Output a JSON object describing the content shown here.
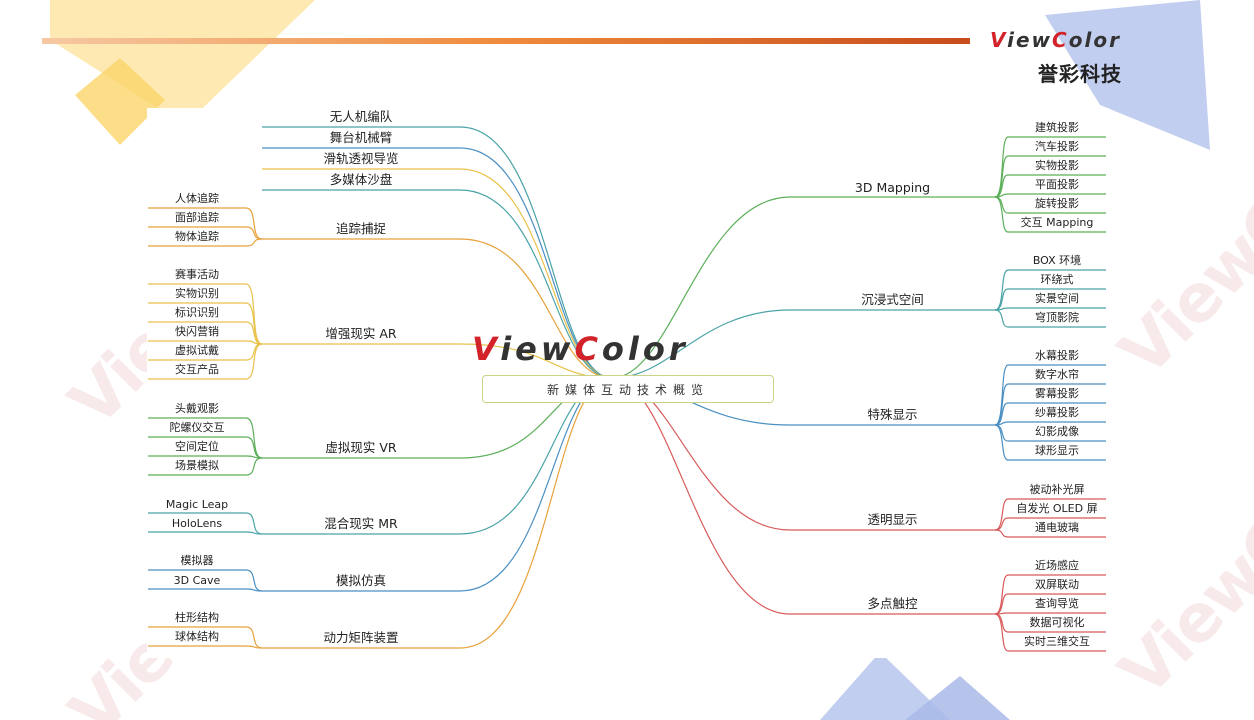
{
  "logo": {
    "first": "V",
    "middle": "iew",
    "accent": "C",
    "last": "olor"
  },
  "brand": {
    "name_cn": "誉彩科技"
  },
  "center": {
    "title": "新媒体互动技术概览"
  },
  "colors": {
    "teal": "#4aa3a7",
    "blue": "#4a8fc2",
    "yellow": "#e8c24a",
    "orange": "#e8a13a",
    "green": "#5caf5a",
    "red": "#d85a5a",
    "accent": "#d2232a"
  },
  "left_branches": [
    {
      "label": "无人机编队",
      "color": "teal",
      "leaves": []
    },
    {
      "label": "舞台机械臂",
      "color": "blue",
      "leaves": []
    },
    {
      "label": "滑轨透视导览",
      "color": "yellow",
      "leaves": []
    },
    {
      "label": "多媒体沙盘",
      "color": "teal",
      "leaves": []
    },
    {
      "label": "追踪捕捉",
      "color": "orange",
      "leaves": [
        "人体追踪",
        "面部追踪",
        "物体追踪"
      ]
    },
    {
      "label": "增强现实 AR",
      "color": "yellow",
      "leaves": [
        "赛事活动",
        "实物识别",
        "标识识别",
        "快闪营销",
        "虚拟试戴",
        "交互产品"
      ]
    },
    {
      "label": "虚拟现实 VR",
      "color": "green",
      "leaves": [
        "头戴观影",
        "陀螺仪交互",
        "空间定位",
        "场景模拟"
      ]
    },
    {
      "label": "混合现实 MR",
      "color": "teal",
      "leaves": [
        "Magic Leap",
        "HoloLens"
      ]
    },
    {
      "label": "模拟仿真",
      "color": "blue",
      "leaves": [
        "模拟器",
        "3D Cave"
      ]
    },
    {
      "label": "动力矩阵装置",
      "color": "orange",
      "leaves": [
        "柱形结构",
        "球体结构"
      ]
    }
  ],
  "right_branches": [
    {
      "label": "3D Mapping",
      "color": "green",
      "leaves": [
        "建筑投影",
        "汽车投影",
        "实物投影",
        "平面投影",
        "旋转投影",
        "交互 Mapping"
      ]
    },
    {
      "label": "沉浸式空间",
      "color": "teal",
      "leaves": [
        "BOX 环境",
        "环绕式",
        "实景空间",
        "穹顶影院"
      ]
    },
    {
      "label": "特殊显示",
      "color": "blue",
      "leaves": [
        "水幕投影",
        "数字水帘",
        "雾幕投影",
        "纱幕投影",
        "幻影成像",
        "球形显示"
      ]
    },
    {
      "label": "透明显示",
      "color": "red",
      "leaves": [
        "被动补光屏",
        "自发光 OLED 屏",
        "通电玻璃"
      ]
    },
    {
      "label": "多点触控",
      "color": "red",
      "leaves": [
        "近场感应",
        "双屏联动",
        "查询导览",
        "数据可视化",
        "实时三维交互"
      ]
    }
  ]
}
